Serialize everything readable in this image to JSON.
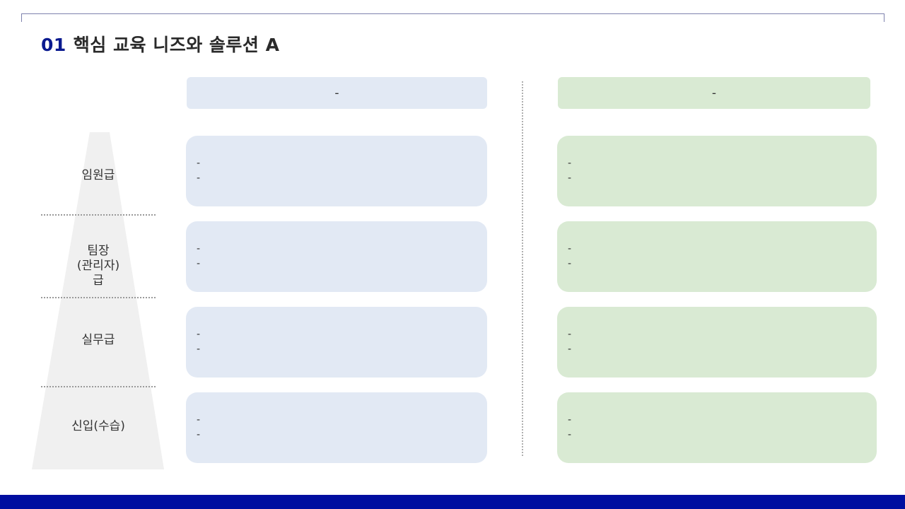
{
  "title": {
    "number": "01",
    "text": "핵심 교육 니즈와 솔루션 A"
  },
  "columns": {
    "left_header": "-",
    "right_header": "-"
  },
  "levels": [
    {
      "label_lines": [
        "임원급"
      ],
      "left_items": [
        "-",
        "-"
      ],
      "right_items": [
        "-",
        "-"
      ]
    },
    {
      "label_lines": [
        "팀장",
        "(관리자)",
        "급"
      ],
      "left_items": [
        "-",
        "-"
      ],
      "right_items": [
        "-",
        "-"
      ]
    },
    {
      "label_lines": [
        "실무급"
      ],
      "left_items": [
        "-",
        "-"
      ],
      "right_items": [
        "-",
        "-"
      ]
    },
    {
      "label_lines": [
        "신입(수습)"
      ],
      "left_items": [
        "-",
        "-"
      ],
      "right_items": [
        "-",
        "-"
      ]
    }
  ],
  "colors": {
    "accent": "#0a1a8f",
    "footer": "#000ea0",
    "left_box": "#e2e9f4",
    "right_box": "#d9ead3",
    "pyramid": "#f0f0f0"
  }
}
